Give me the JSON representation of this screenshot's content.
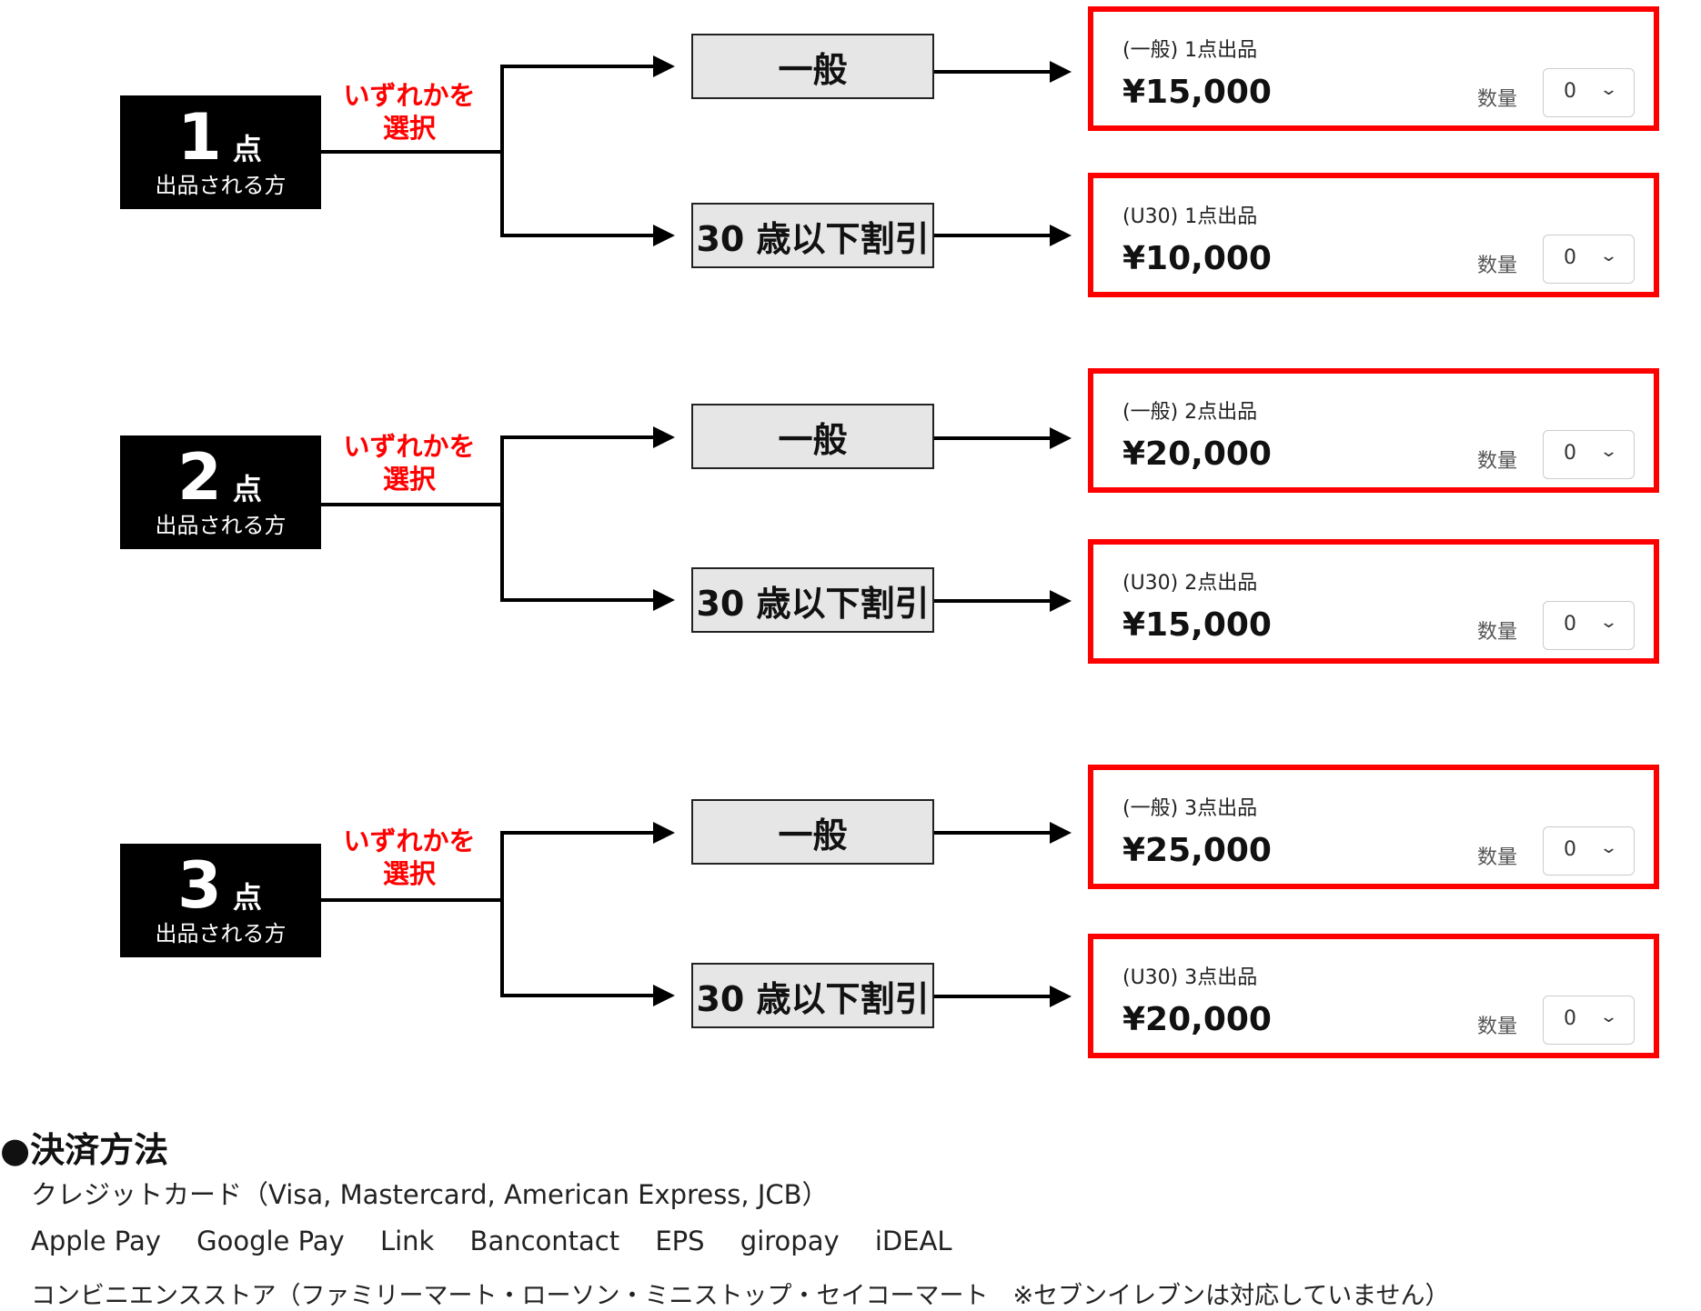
{
  "groups": [
    {
      "count": "1",
      "unit": "点",
      "subtitle": "出品される方",
      "choose": [
        "いずれかを",
        "選択"
      ],
      "options": [
        {
          "label": "一般",
          "ticket_title": "(一般) 1点出品",
          "price": "¥15,000",
          "qty_label": "数量",
          "qty": "0"
        },
        {
          "label": "30 歳以下割引",
          "ticket_title": "(U30) 1点出品",
          "price": "¥10,000",
          "qty_label": "数量",
          "qty": "0"
        }
      ]
    },
    {
      "count": "2",
      "unit": "点",
      "subtitle": "出品される方",
      "choose": [
        "いずれかを",
        "選択"
      ],
      "options": [
        {
          "label": "一般",
          "ticket_title": "(一般) 2点出品",
          "price": "¥20,000",
          "qty_label": "数量",
          "qty": "0"
        },
        {
          "label": "30 歳以下割引",
          "ticket_title": "(U30) 2点出品",
          "price": "¥15,000",
          "qty_label": "数量",
          "qty": "0"
        }
      ]
    },
    {
      "count": "3",
      "unit": "点",
      "subtitle": "出品される方",
      "choose": [
        "いずれかを",
        "選択"
      ],
      "options": [
        {
          "label": "一般",
          "ticket_title": "(一般) 3点出品",
          "price": "¥25,000",
          "qty_label": "数量",
          "qty": "0"
        },
        {
          "label": "30 歳以下割引",
          "ticket_title": "(U30) 3点出品",
          "price": "¥20,000",
          "qty_label": "数量",
          "qty": "0"
        }
      ]
    }
  ],
  "payment": {
    "heading": "●決済方法",
    "credit": "クレジットカード（Visa, Mastercard, American Express, JCB）",
    "methods": [
      "Apple Pay",
      "Google Pay",
      "Link",
      "Bancontact",
      "EPS",
      "giropay",
      "iDEAL"
    ],
    "convenience": "コンビニエンスストア（ファミリーマート・ローソン・ミニストップ・セイコーマート　※セブンイレブンは対応していません）"
  },
  "colors": {
    "accent": "#ff0000",
    "option_bg": "#e6e6e6",
    "count_bg": "#000000"
  }
}
